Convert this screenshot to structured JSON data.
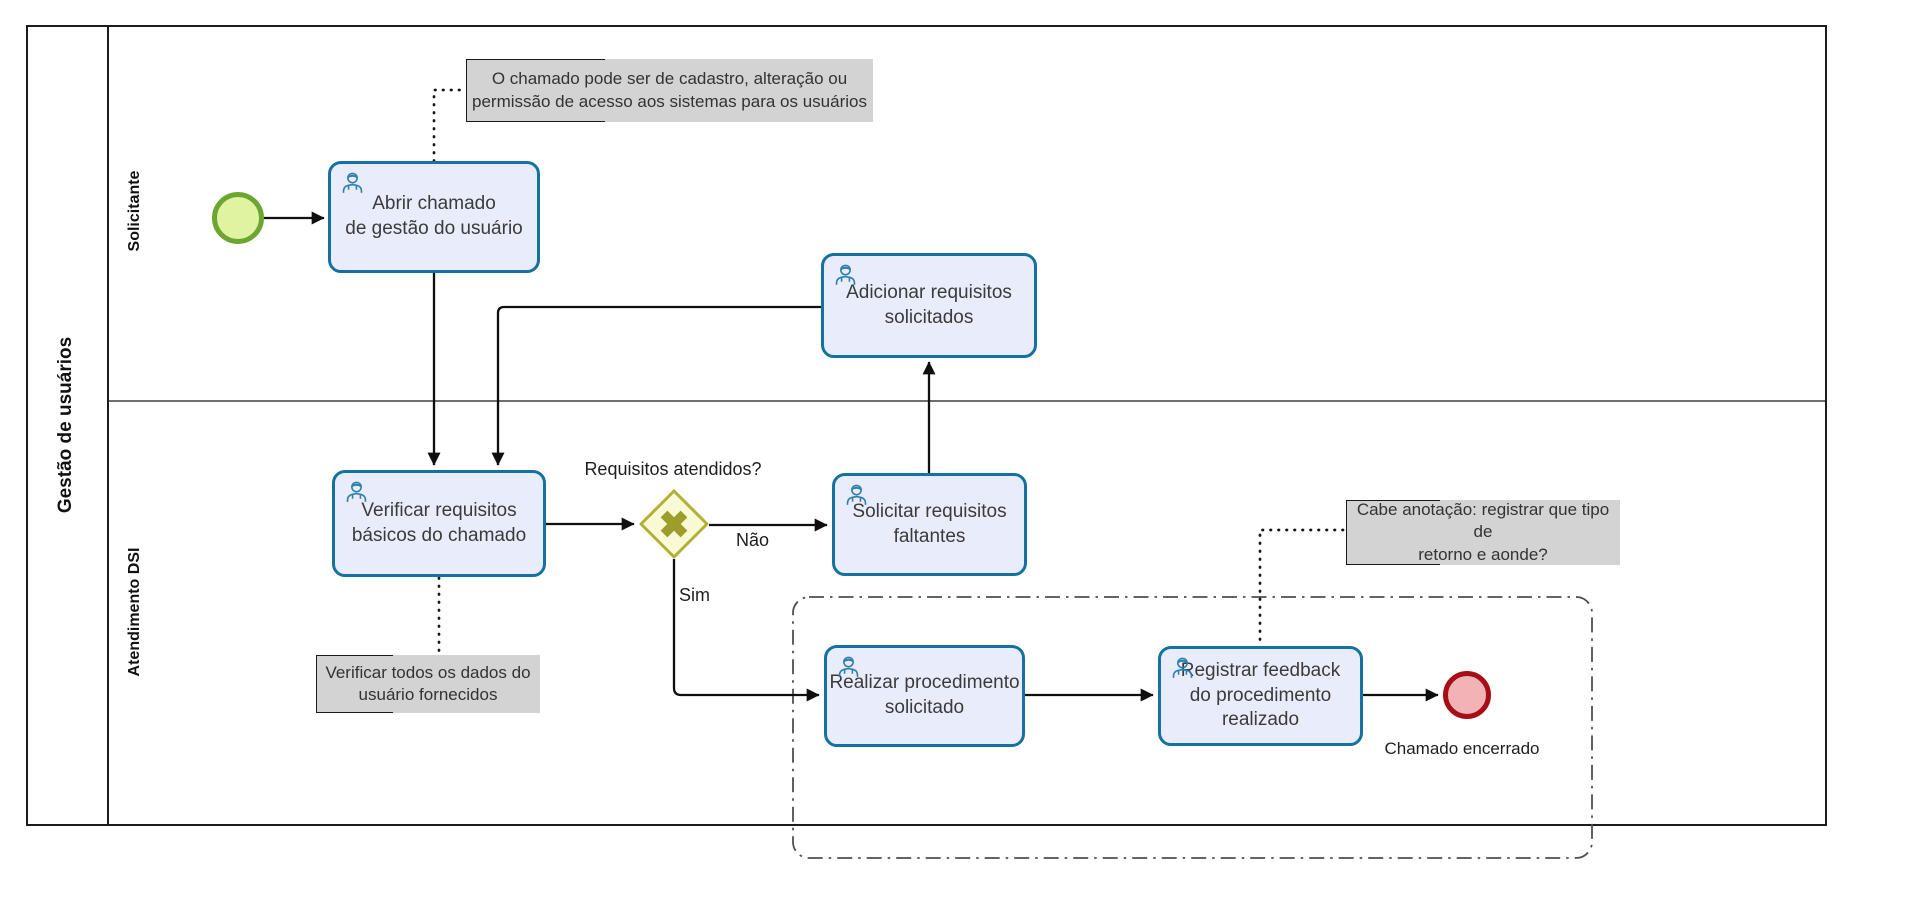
{
  "pool": {
    "title": "Gestão de usuários"
  },
  "lanes": [
    {
      "label": "Solicitante"
    },
    {
      "label": "Atendimento DSI"
    }
  ],
  "tasks": {
    "abrir": {
      "label": "Abrir chamado\nde gestão do usuário"
    },
    "adicionar": {
      "label": "Adicionar requisitos\nsolicitados"
    },
    "verificar": {
      "label": "Verificar requisitos\nbásicos do chamado"
    },
    "solicitar": {
      "label": "Solicitar requisitos\nfaltantes"
    },
    "realizar": {
      "label": "Realizar procedimento\nsolicitado"
    },
    "registrar": {
      "label": "Registrar feedback\ndo procedimento\nrealizado"
    }
  },
  "gateway": {
    "label": "Requisitos atendidos?",
    "no_branch": "Não",
    "yes_branch": "Sim"
  },
  "events": {
    "end_label": "Chamado encerrado"
  },
  "annotations": {
    "tipo_chamado": "O chamado pode ser de cadastro, alteração ou\npermissão de acesso aos sistemas para os usuários",
    "dados_usuario": "Verificar todos os dados do\nusuário fornecidos",
    "feedback": "Cabe anotação: registrar que tipo de\nretorno e aonde?"
  },
  "colors": {
    "task_fill": "#e9edfb",
    "task_stroke": "#15719f",
    "person_icon": "#2d7fae",
    "start_fill": "#e0f3a1",
    "start_stroke": "#6ca52f",
    "end_fill": "#f1b3b6",
    "end_stroke": "#a50f15",
    "gateway_fill": "#f9f9d5",
    "gateway_stroke": "#b1b036",
    "gateway_x": "#9d9d2b",
    "annotation_fill": "#d3d3d3",
    "flow_stroke": "#0f0f0f"
  }
}
